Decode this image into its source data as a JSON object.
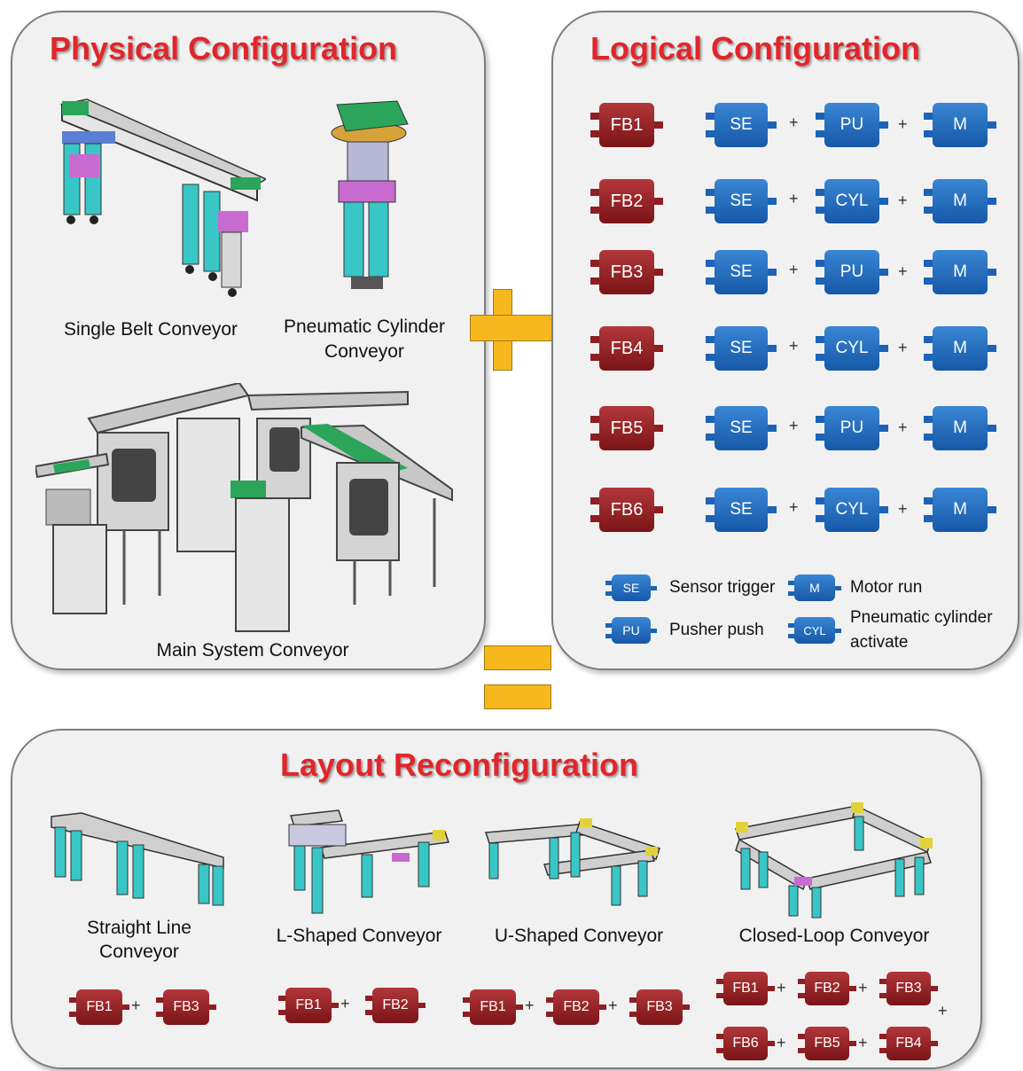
{
  "physical": {
    "title": "Physical Configuration",
    "captions": {
      "single_belt": "Single Belt Conveyor",
      "pneumatic_line1": "Pneumatic Cylinder",
      "pneumatic_line2": "Conveyor",
      "main_system": "Main System Conveyor"
    }
  },
  "logical": {
    "title": "Logical Configuration",
    "rows": [
      {
        "fb": "FB1",
        "a": "SE",
        "b": "PU",
        "c": "M"
      },
      {
        "fb": "FB2",
        "a": "SE",
        "b": "CYL",
        "c": "M"
      },
      {
        "fb": "FB3",
        "a": "SE",
        "b": "PU",
        "c": "M"
      },
      {
        "fb": "FB4",
        "a": "SE",
        "b": "CYL",
        "c": "M"
      },
      {
        "fb": "FB5",
        "a": "SE",
        "b": "PU",
        "c": "M"
      },
      {
        "fb": "FB6",
        "a": "SE",
        "b": "CYL",
        "c": "M"
      }
    ],
    "plus": "+",
    "legend": {
      "se": {
        "code": "SE",
        "label": "Sensor trigger"
      },
      "m": {
        "code": "M",
        "label": "Motor run"
      },
      "pu": {
        "code": "PU",
        "label": "Pusher push"
      },
      "cyl": {
        "code": "CYL",
        "label_line1": "Pneumatic cylinder",
        "label_line2": "activate"
      }
    }
  },
  "layout": {
    "title": "Layout Reconfiguration",
    "captions": {
      "straight_line1": "Straight Line",
      "straight_line2": "Conveyor",
      "l_shaped": "L-Shaped Conveyor",
      "u_shaped": "U-Shaped Conveyor",
      "closed_loop": "Closed-Loop Conveyor"
    },
    "straight_blocks": [
      "FB1",
      "FB3"
    ],
    "l_blocks": [
      "FB1",
      "FB2"
    ],
    "u_blocks": [
      "FB1",
      "FB2",
      "FB3"
    ],
    "loop_top": [
      "FB1",
      "FB2",
      "FB3"
    ],
    "loop_bottom": [
      "FB6",
      "FB5",
      "FB4"
    ]
  },
  "colors": {
    "title_red": "#e0262b",
    "fb_red": "#8e1e22",
    "block_blue": "#1c62b6",
    "operator_yellow": "#f7b81e",
    "belt_green": "#2aa55a",
    "leg_cyan": "#39c6c6"
  }
}
